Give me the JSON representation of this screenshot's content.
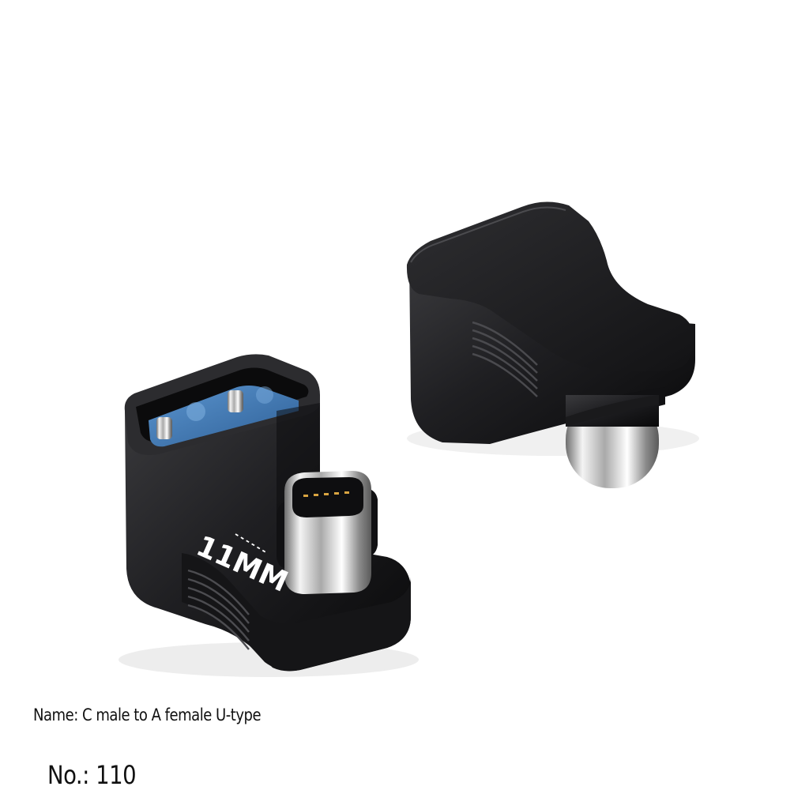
{
  "product": {
    "name_caption": "Name: C male to A female U-type",
    "number_caption": "No.: 110",
    "dimension_label": "11MM"
  },
  "colors": {
    "background": "#ffffff",
    "body": "#1d1d1f",
    "usb_insert": "#3f79b8",
    "connector_metal": "#c9c9c9",
    "text": "#111111"
  },
  "icons": {
    "front_adapter": "usb-a-female-to-usb-c-male-adapter",
    "back_adapter": "usb-c-male-adapter-rear-view"
  }
}
